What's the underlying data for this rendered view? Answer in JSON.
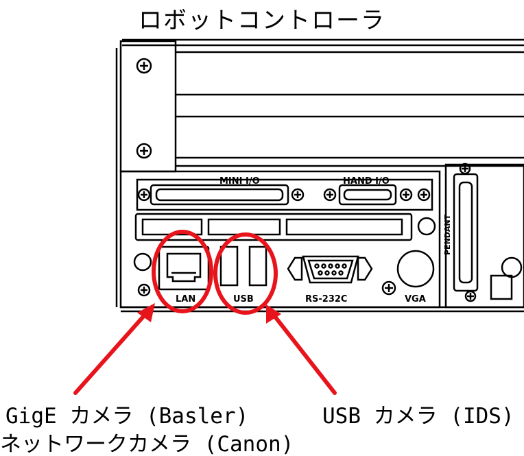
{
  "title": "ロボットコントローラ",
  "labels": {
    "mini_io": "MINI I/O",
    "hand_io": "HAND I/O",
    "pendant": "PENDANT",
    "lan": "LAN",
    "usb": "USB",
    "rs232c": "RS-232C",
    "vga": "VGA"
  },
  "callouts": {
    "lan_caption_1": "GigE カメラ (Basler)",
    "lan_caption_2": "ネットワークカメラ (Canon)",
    "usb_caption": "USB カメラ (IDS)"
  },
  "colors": {
    "highlight": "#e8141c",
    "line": "#000000",
    "background": "#ffffff"
  }
}
